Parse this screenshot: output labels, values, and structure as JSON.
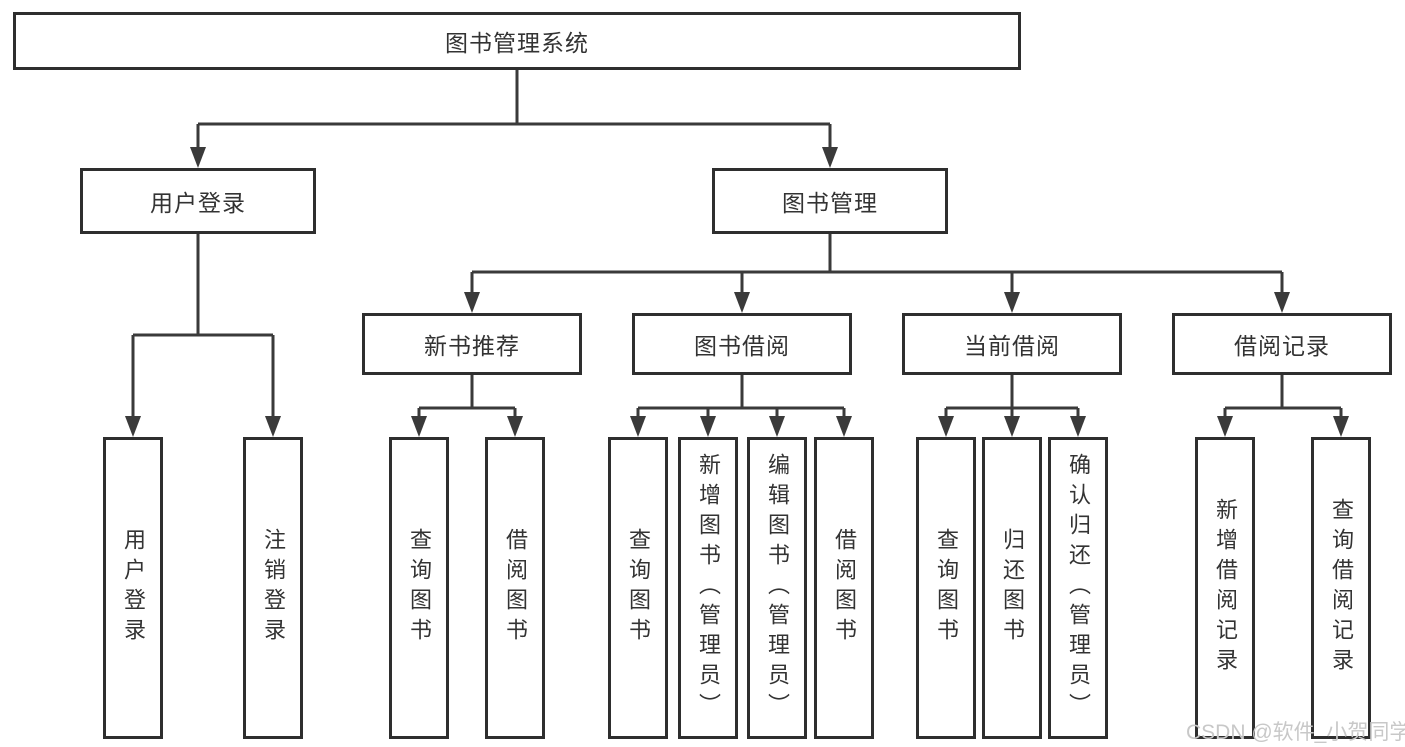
{
  "diagram": {
    "root": {
      "label": "图书管理系统"
    },
    "level2": [
      {
        "label": "用户登录"
      },
      {
        "label": "图书管理"
      }
    ],
    "level3": [
      {
        "label": "新书推荐"
      },
      {
        "label": "图书借阅"
      },
      {
        "label": "当前借阅"
      },
      {
        "label": "借阅记录"
      }
    ],
    "leaves": [
      {
        "parent": "用户登录",
        "items": [
          {
            "label": "用户登录"
          },
          {
            "label": "注销登录"
          }
        ]
      },
      {
        "parent": "新书推荐",
        "items": [
          {
            "label": "查询图书"
          },
          {
            "label": "借阅图书"
          }
        ]
      },
      {
        "parent": "图书借阅",
        "items": [
          {
            "label": "查询图书"
          },
          {
            "label": "新增图书（管理员）"
          },
          {
            "label": "编辑图书（管理员）"
          },
          {
            "label": "借阅图书"
          }
        ]
      },
      {
        "parent": "当前借阅",
        "items": [
          {
            "label": "查询图书"
          },
          {
            "label": "归还图书"
          },
          {
            "label": "确认归还（管理员）"
          }
        ]
      },
      {
        "parent": "借阅记录",
        "items": [
          {
            "label": "新增借阅记录"
          },
          {
            "label": "查询借阅记录"
          }
        ]
      }
    ]
  },
  "watermark": {
    "text": "CSDN @软件_小贺同学"
  },
  "colors": {
    "line": "#3a3a3a",
    "box_border": "#2e2e2e",
    "text": "#333333",
    "watermark": "#c8c8c8",
    "background": "#ffffff"
  }
}
